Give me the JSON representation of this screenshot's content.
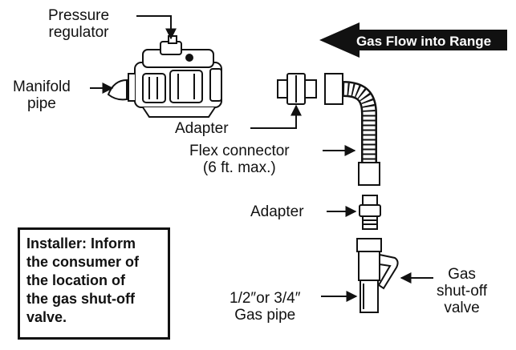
{
  "labels": {
    "pressure_regulator": "Pressure\nregulator",
    "manifold_pipe": "Manifold\npipe",
    "adapter_top": "Adapter",
    "flex_connector": "Flex connector\n(6 ft. max.)",
    "adapter_bottom": "Adapter",
    "gas_pipe": "1/2″or 3/4″\nGas pipe",
    "shutoff_valve": "Gas\nshut-off\nvalve"
  },
  "banner": {
    "text": "Gas Flow into Range"
  },
  "note": {
    "text": "Installer: Inform\nthe consumer of\nthe location of\nthe gas shut-off\nvalve."
  },
  "colors": {
    "ink": "#111111",
    "banner_fill": "#111111",
    "banner_text": "#ffffff"
  }
}
